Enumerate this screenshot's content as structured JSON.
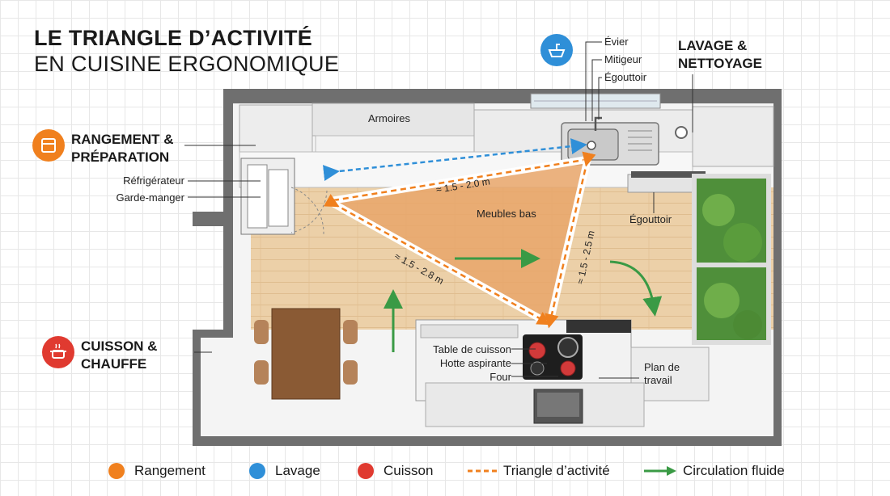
{
  "title": {
    "line1": "LE TRIANGLE D’ACTIVITÉ",
    "line2": "EN CUISINE ERGONOMIQUE"
  },
  "zones": {
    "rangement": {
      "title1": "RANGEMENT &",
      "title2": "PRÉPARATION",
      "color": "#f0801e",
      "icon": "fridge-icon"
    },
    "lavage": {
      "title1": "LAVAGE &",
      "title2": "NETTOYAGE",
      "color": "#2f8fd8",
      "icon": "sink-icon"
    },
    "cuisson": {
      "title1": "CUISSON &",
      "title2": "CHAUFFE",
      "color": "#e03a30",
      "icon": "pot-icon"
    }
  },
  "labels": {
    "evier": "Évier",
    "mitigeur": "Mitigeur",
    "egouttoir_top": "Égouttoir",
    "armoires": "Armoires",
    "refrigerateur": "Réfrigérateur",
    "garde_manger": "Garde-manger",
    "meubles_bas": "Meubles bas",
    "egouttoir_right": "Égouttoir",
    "table_cuisson": "Table de cuisson",
    "hotte": "Hotte aspirante",
    "four": "Four",
    "plan_travail_1": "Plan de",
    "plan_travail_2": "travail"
  },
  "distances": {
    "fridge_sink": "≈ 1.5 - 2.0 m",
    "fridge_stove": "≈ 1.5 - 2.8 m",
    "sink_stove": "≈ 1.5 - 2.5 m"
  },
  "legend": {
    "rangement": "Rangement",
    "lavage": "Lavage",
    "cuisson": "Cuisson",
    "triangle": "Triangle d’activité",
    "circulation": "Circulation fluide"
  },
  "colors": {
    "orange": "#f0801e",
    "blue": "#2f8fd8",
    "red": "#e03a30",
    "green": "#3a9a45",
    "floor": "#e8c9a0",
    "triangle_fill": "#e9a66a",
    "wall": "#6f6f6f"
  }
}
